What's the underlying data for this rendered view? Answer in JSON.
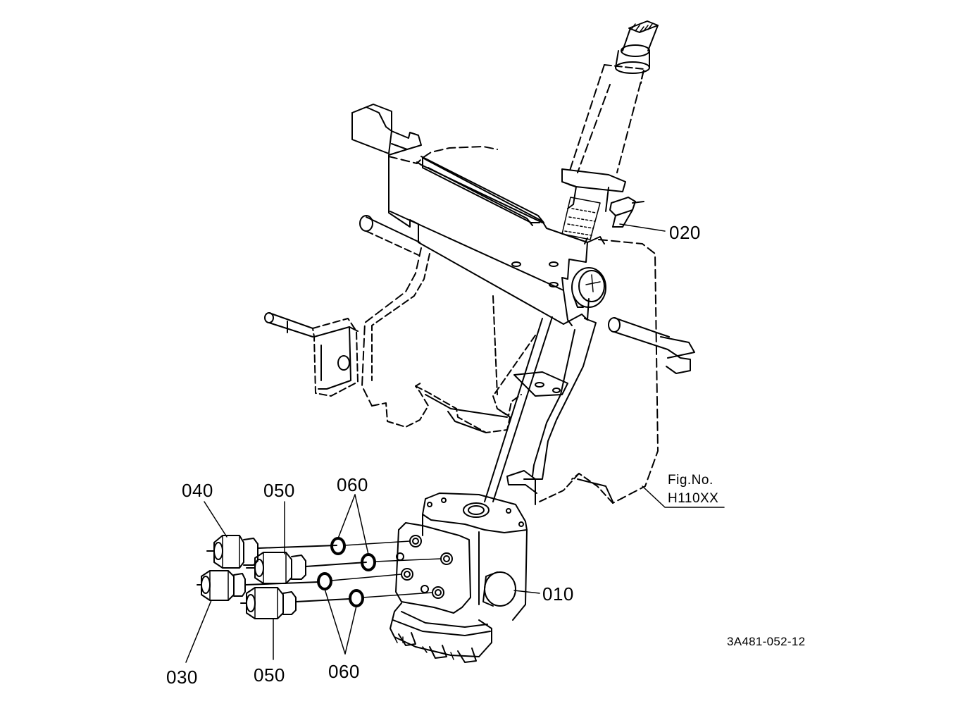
{
  "callouts": {
    "p010": "010",
    "p020": "020",
    "p030": "030",
    "p040": "040",
    "p050_top": "050",
    "p050_bottom": "050",
    "p060_top": "060",
    "p060_bottom": "060"
  },
  "figure": {
    "label": "Fig.No.",
    "number": "H110XX"
  },
  "drawing_code": "3A481-052-12"
}
